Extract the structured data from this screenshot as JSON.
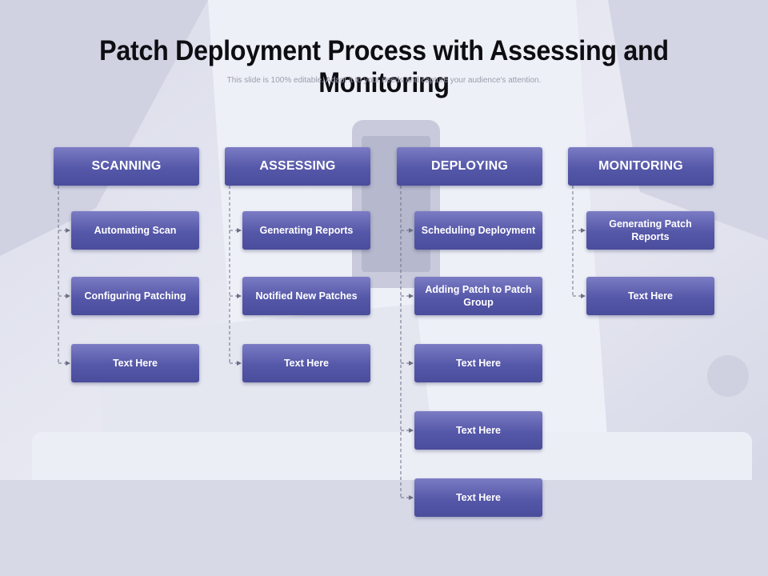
{
  "slide": {
    "title": "Patch Deployment Process with Assessing and Monitoring",
    "subtitle": "This slide is 100% editable. Adapt it to your needs and capture your audience's attention."
  },
  "colors": {
    "box_top": "#7b7cc4",
    "box_bottom": "#4a4c9c",
    "connector": "#6d6f86",
    "background": "#e6e7f1"
  },
  "columns": [
    {
      "header": "SCANNING",
      "items": [
        "Automating Scan",
        "Configuring Patching",
        "Text Here"
      ]
    },
    {
      "header": "ASSESSING",
      "items": [
        "Generating Reports",
        "Notified New Patches",
        "Text Here"
      ]
    },
    {
      "header": "DEPLOYING",
      "items": [
        "Scheduling Deployment",
        "Adding Patch to Patch Group",
        "Text Here",
        "Text Here",
        "Text Here"
      ]
    },
    {
      "header": "MONITORING",
      "items": [
        "Generating Patch Reports",
        "Text Here"
      ]
    }
  ]
}
